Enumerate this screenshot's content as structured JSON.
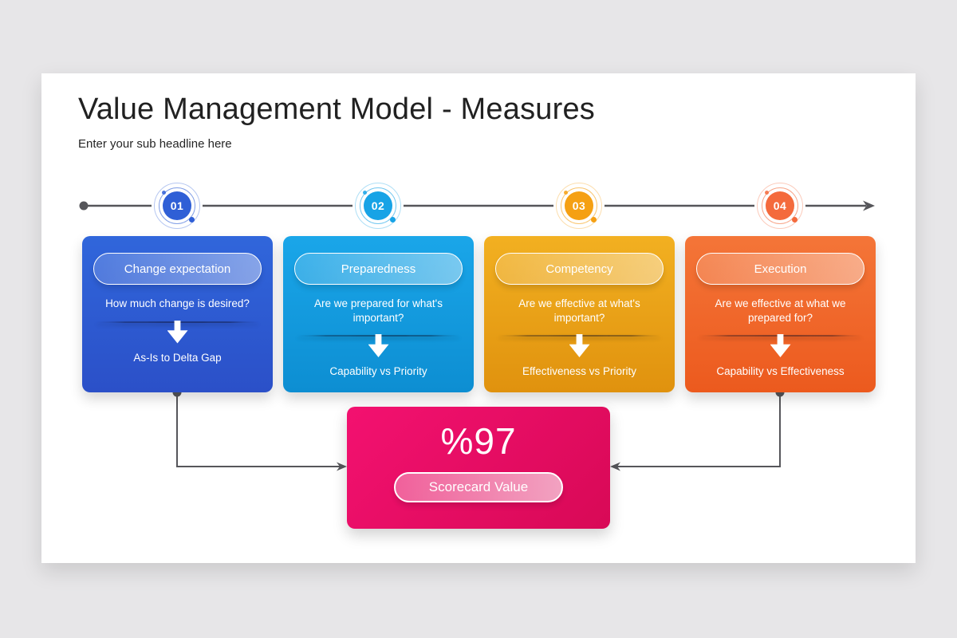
{
  "slide": {
    "title": "Value Management Model - Measures",
    "subtitle": "Enter your sub headline here"
  },
  "steps": [
    {
      "number": "01",
      "title": "Change expectation",
      "question": "How much change is desired?",
      "result": "As-Is to Delta Gap",
      "badge_color": "#2f5fd6",
      "color_start": "#3066db",
      "color_end": "#2b50c8"
    },
    {
      "number": "02",
      "title": "Preparedness",
      "question": "Are we prepared for what's important?",
      "result": "Capability vs Priority",
      "badge_color": "#17a3e6",
      "color_start": "#1aa6e9",
      "color_end": "#0d8ed2"
    },
    {
      "number": "03",
      "title": "Competency",
      "question": "Are we effective at what's important?",
      "result": "Effectiveness vs Priority",
      "badge_color": "#f5a013",
      "color_start": "#f2b021",
      "color_end": "#e0920e"
    },
    {
      "number": "04",
      "title": "Execution",
      "question": "Are we effective at what we prepared for?",
      "result": "Capability vs Effectiveness",
      "badge_color": "#f46a3c",
      "color_start": "#f47538",
      "color_end": "#ec5a1e"
    }
  ],
  "scorecard": {
    "value": "%97",
    "label": "Scorecard Value",
    "color_start": "#f31170",
    "color_end": "#d80956"
  },
  "connectors": {
    "line_color": "#56565a"
  },
  "background_color": "#e7e6e8",
  "slide_color": "#ffffff"
}
